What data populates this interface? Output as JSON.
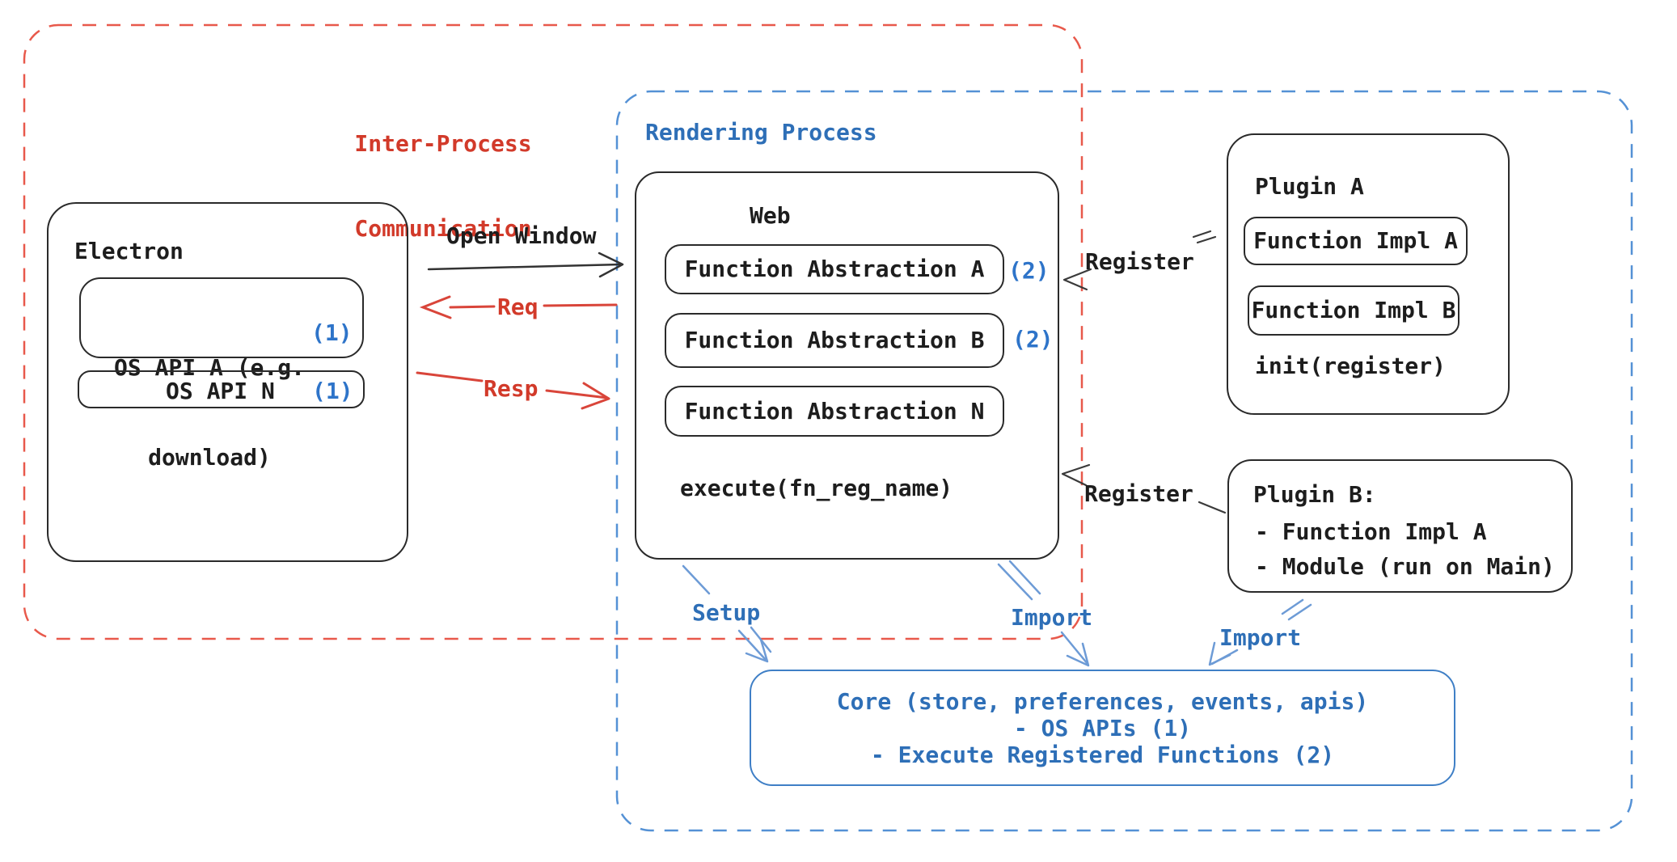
{
  "colors": {
    "red_text": "#d23a2a",
    "red_dash": "#e8594b",
    "red_arrow": "#d9453a",
    "blue_text": "#2e6fb7",
    "blue_badge": "#2e74c9",
    "blue_dash": "#5491d5",
    "blue_arrow": "#6d9bd6",
    "ink": "#1d1d1d"
  },
  "ipc": {
    "label_line1": "Inter-Process",
    "label_line2": "Communication"
  },
  "rendering_process": {
    "label": "Rendering Process"
  },
  "electron": {
    "title": "Electron",
    "os_api_a_line1": "OS API A (e.g.",
    "os_api_a_line2": "download)",
    "os_api_a_badge": "(1)",
    "os_api_n": "OS API N",
    "os_api_n_badge": "(1)"
  },
  "web": {
    "title": "Web",
    "fn_abstraction_a": "Function Abstraction A",
    "fn_abstraction_a_badge": "(2)",
    "fn_abstraction_b": "Function Abstraction B",
    "fn_abstraction_b_badge": "(2)",
    "fn_abstraction_n": "Function Abstraction N",
    "execute_call": "execute(fn_reg_name)"
  },
  "plugin_a": {
    "title": "Plugin A",
    "function_impl_a": "Function Impl A",
    "function_impl_b": "Function Impl B",
    "init_call": "init(register)"
  },
  "plugin_b": {
    "title": "Plugin B:",
    "item_1": "- Function Impl A",
    "item_2": "- Module (run on Main)"
  },
  "core": {
    "line1": "Core (store, preferences, events, apis)",
    "line2": "- OS APIs (1)",
    "line3": "- Execute Registered Functions (2)"
  },
  "arrows": {
    "open_window": "Open Window",
    "req": "Req",
    "resp": "Resp",
    "register_plugin_a": "Register",
    "register_plugin_b": "Register",
    "setup": "Setup",
    "import_web": "Import",
    "import_plugin_b": "Import"
  }
}
